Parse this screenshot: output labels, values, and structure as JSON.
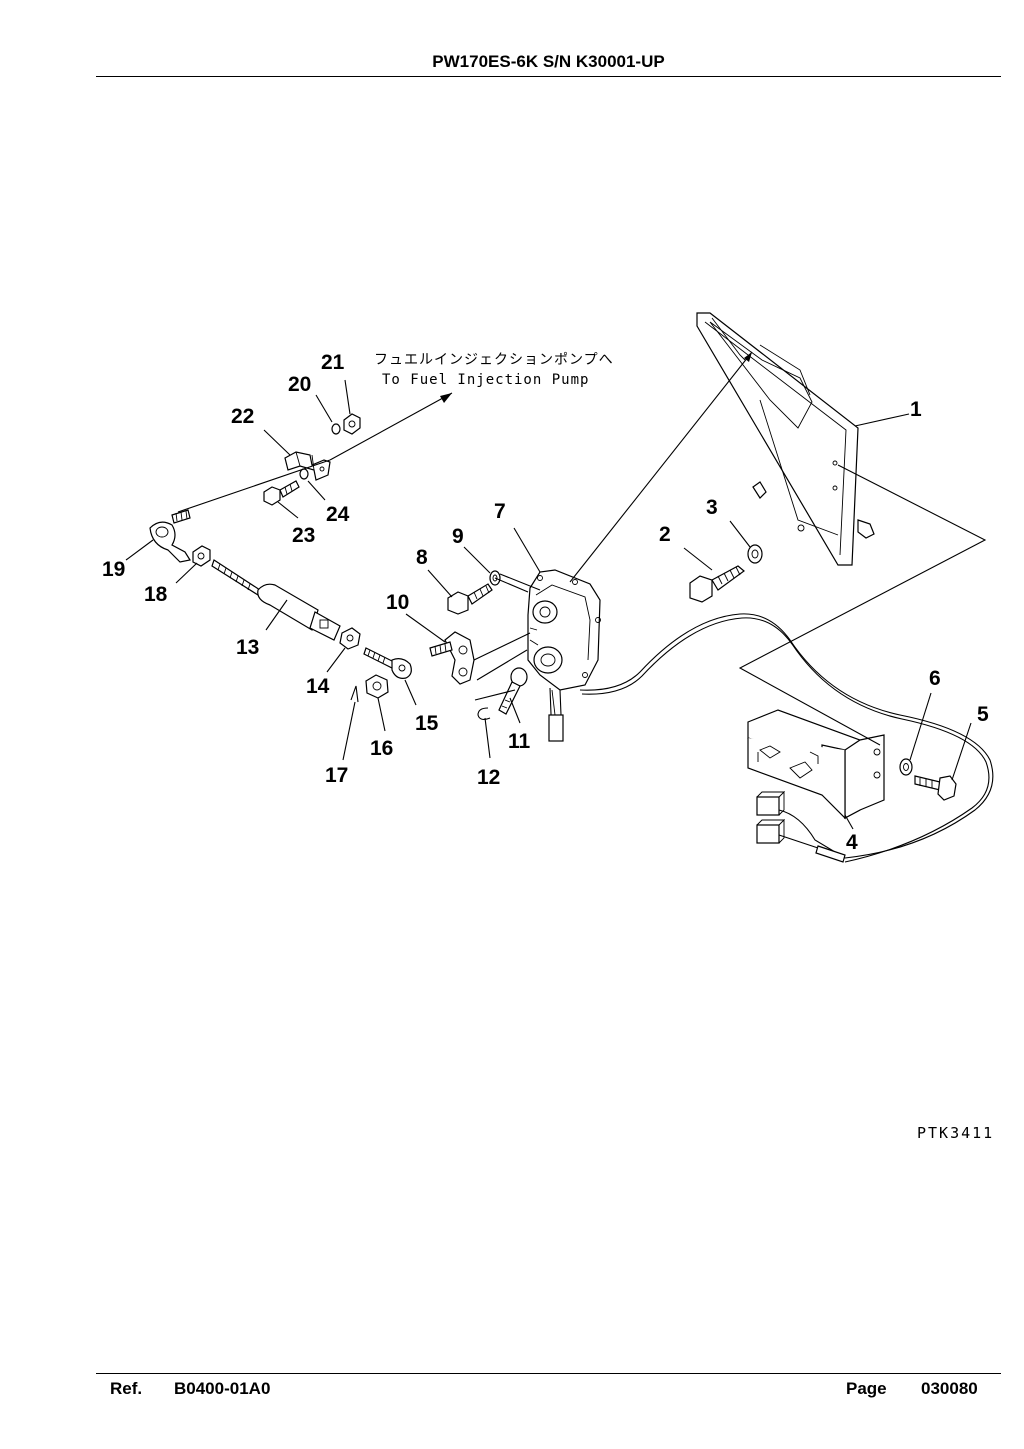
{
  "header": {
    "title": "PW170ES-6K S/N K30001-UP"
  },
  "diagram": {
    "annotation_jp": "フュエルインジェクションポンプへ",
    "annotation_en": "To Fuel Injection Pump",
    "ref_code": "PTK3411",
    "callouts": [
      "1",
      "2",
      "3",
      "4",
      "5",
      "6",
      "7",
      "8",
      "9",
      "10",
      "11",
      "12",
      "13",
      "14",
      "15",
      "16",
      "17",
      "18",
      "19",
      "20",
      "21",
      "22",
      "23",
      "24"
    ]
  },
  "footer": {
    "ref_label": "Ref.",
    "ref_value": "B0400-01A0",
    "page_label": "Page",
    "page_value": "030080"
  }
}
